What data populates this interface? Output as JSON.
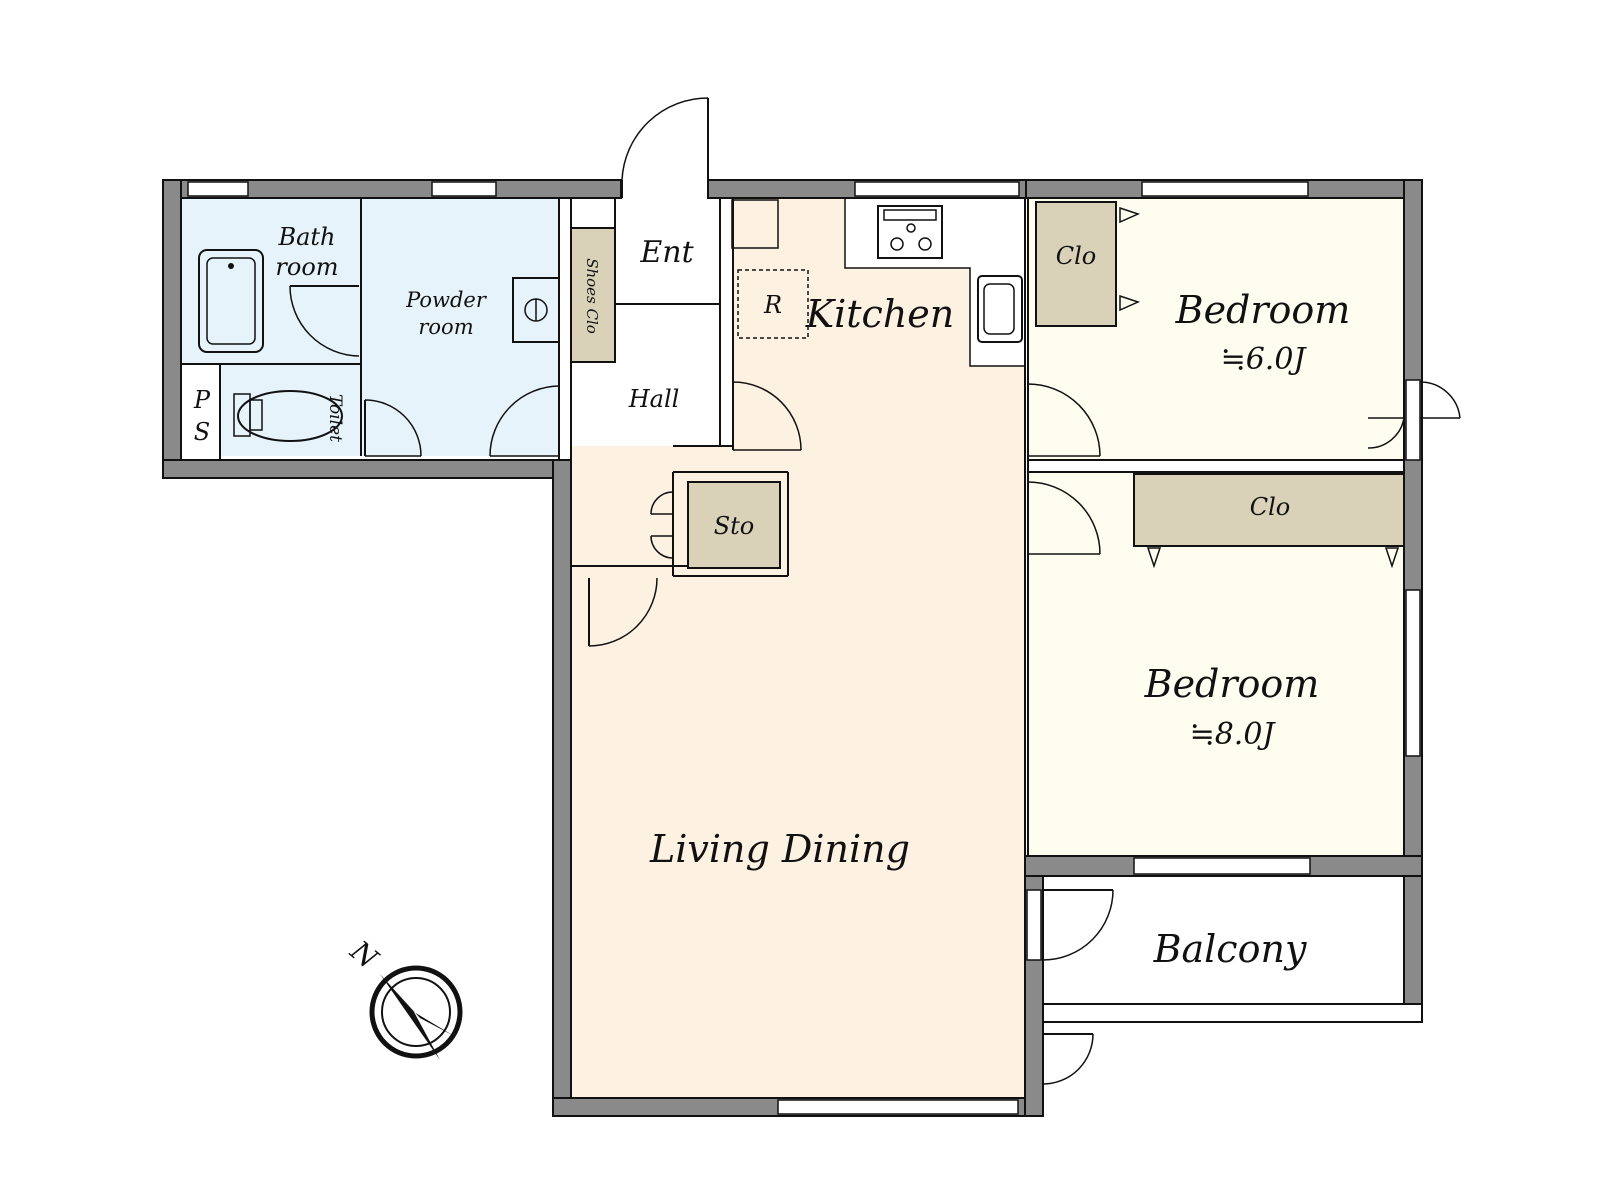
{
  "rooms": {
    "bath": {
      "line1": "Bath",
      "line2": "room"
    },
    "powder": {
      "line1": "Powder",
      "line2": "room"
    },
    "ps": {
      "p": "P",
      "s": "S"
    },
    "toilet": "Toilet",
    "shoes_clo": "Shoes Clo",
    "ent": "Ent",
    "hall": "Hall",
    "sto": "Sto",
    "fridge": "R",
    "kitchen": "Kitchen",
    "living": "Living Dining",
    "clo_upper": "Clo",
    "clo_lower": "Clo",
    "bedroom1": {
      "name": "Bedroom",
      "size": "≒6.0J"
    },
    "bedroom2": {
      "name": "Bedroom",
      "size": "≒8.0J"
    },
    "balcony": "Balcony"
  },
  "compass": {
    "label": "N"
  },
  "colors": {
    "wet_area": "#e6f3fb",
    "kitchen_living": "#fdf1e1",
    "bedroom": "#fefdf0",
    "storage": "#d9d1b8",
    "wall": "#8a8a8a"
  }
}
